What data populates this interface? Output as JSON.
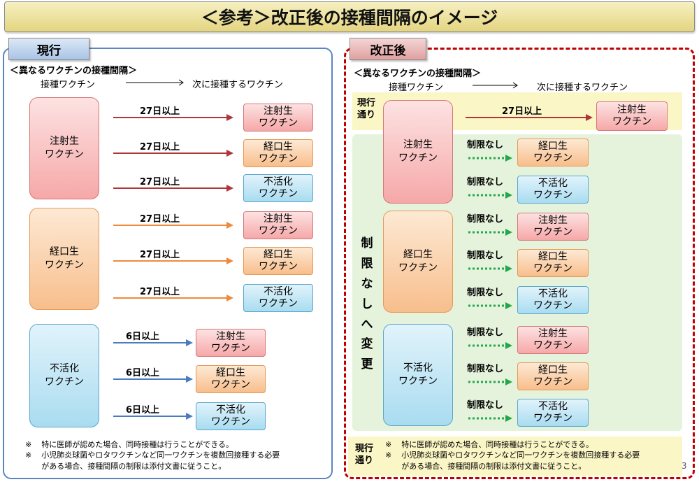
{
  "title": "＜参考＞改正後の接種間隔のイメージ",
  "current": {
    "tab": "現行",
    "header": "＜異なるワクチンの接種間隔＞",
    "col_vaccine": "接種ワクチン",
    "col_next": "次に接種するワクチン",
    "groups": [
      {
        "source": "注射生\nワクチン",
        "rows": [
          {
            "label": "27日以上",
            "target": "注射生\nワクチン"
          },
          {
            "label": "27日以上",
            "target": "経口生\nワクチン"
          },
          {
            "label": "27日以上",
            "target": "不活化\nワクチン"
          }
        ]
      },
      {
        "source": "経口生\nワクチン",
        "rows": [
          {
            "label": "27日以上",
            "target": "注射生\nワクチン"
          },
          {
            "label": "27日以上",
            "target": "経口生\nワクチン"
          },
          {
            "label": "27日以上",
            "target": "不活化\nワクチン"
          }
        ]
      },
      {
        "source": "不活化\nワクチン",
        "rows": [
          {
            "label": "6日以上",
            "target": "注射生\nワクチン"
          },
          {
            "label": "6日以上",
            "target": "経口生\nワクチン"
          },
          {
            "label": "6日以上",
            "target": "不活化\nワクチン"
          }
        ]
      }
    ],
    "notes": [
      {
        "mark": "※",
        "text": "特に医師が認めた場合、同時接種は行うことができる。"
      },
      {
        "mark": "※",
        "text": "小児肺炎球菌やロタワクチンなど同一ワクチンを複数回接種する必要\nがある場合、接種間隔の制限は添付文書に従うこと。"
      }
    ]
  },
  "revised": {
    "tab": "改正後",
    "header": "＜異なるワクチンの接種間隔＞",
    "col_vaccine": "接種ワクチン",
    "col_next": "次に接種するワクチン",
    "same_as_current": "現行\n通り",
    "change_label": "制限なしへ変更",
    "first_row": {
      "label": "27日以上",
      "target": "注射生\nワクチン"
    },
    "groups": [
      {
        "source": "注射生\nワクチン",
        "rows": [
          {
            "label": "制限なし",
            "target": "経口生\nワクチン"
          },
          {
            "label": "制限なし",
            "target": "不活化\nワクチン"
          }
        ]
      },
      {
        "source": "経口生\nワクチン",
        "rows": [
          {
            "label": "制限なし",
            "target": "注射生\nワクチン"
          },
          {
            "label": "制限なし",
            "target": "経口生\nワクチン"
          },
          {
            "label": "制限なし",
            "target": "不活化\nワクチン"
          }
        ]
      },
      {
        "source": "不活化\nワクチン",
        "rows": [
          {
            "label": "制限なし",
            "target": "注射生\nワクチン"
          },
          {
            "label": "制限なし",
            "target": "経口生\nワクチン"
          },
          {
            "label": "制限なし",
            "target": "不活化\nワクチン"
          }
        ]
      }
    ],
    "notes_label": "現行\n通り",
    "notes": [
      {
        "mark": "※",
        "text": "特に医師が認めた場合、同時接種は行うことができる。"
      },
      {
        "mark": "※",
        "text": "小児肺炎球菌やロタワクチンなど同一ワクチンを複数回接種する必要\nがある場合、接種間隔の制限は添付文書に従うこと。"
      }
    ]
  },
  "page_number": "3",
  "colors": {
    "injected_arrow": "#b0363a",
    "oral_arrow": "#ef8a3a",
    "inactivated_arrow": "#4a7cc0",
    "no_limit_arrow": "#22a84a"
  }
}
